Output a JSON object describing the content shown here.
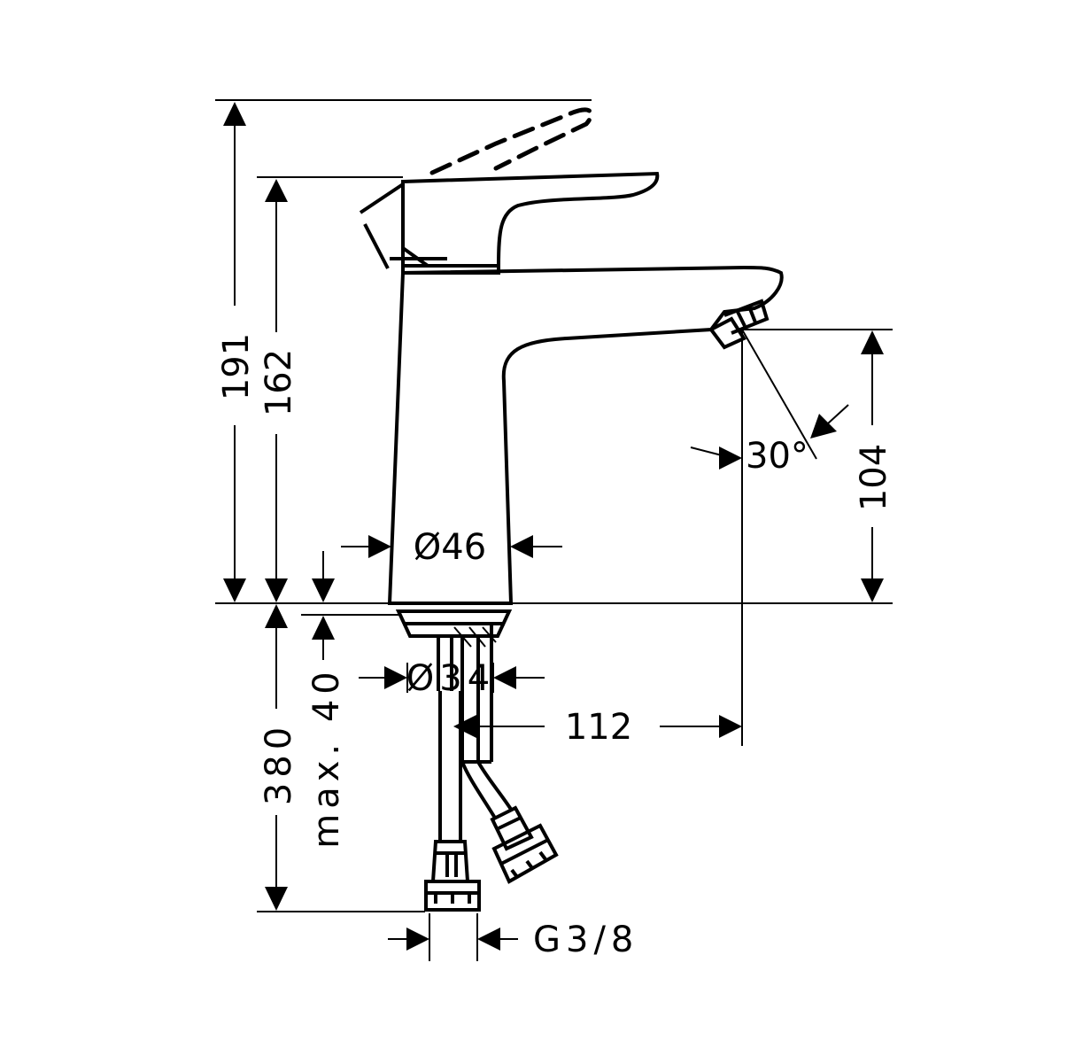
{
  "dimensions": {
    "overall_height": "191",
    "lever_height": "162",
    "spout_height": "104",
    "spray_angle": "30°",
    "body_diameter": "Ø46",
    "thread_diameter": "Ø34",
    "spout_reach": "112",
    "hose_length": "380",
    "max_deck_thickness": "max. 40",
    "connection_thread": "G3/8"
  }
}
